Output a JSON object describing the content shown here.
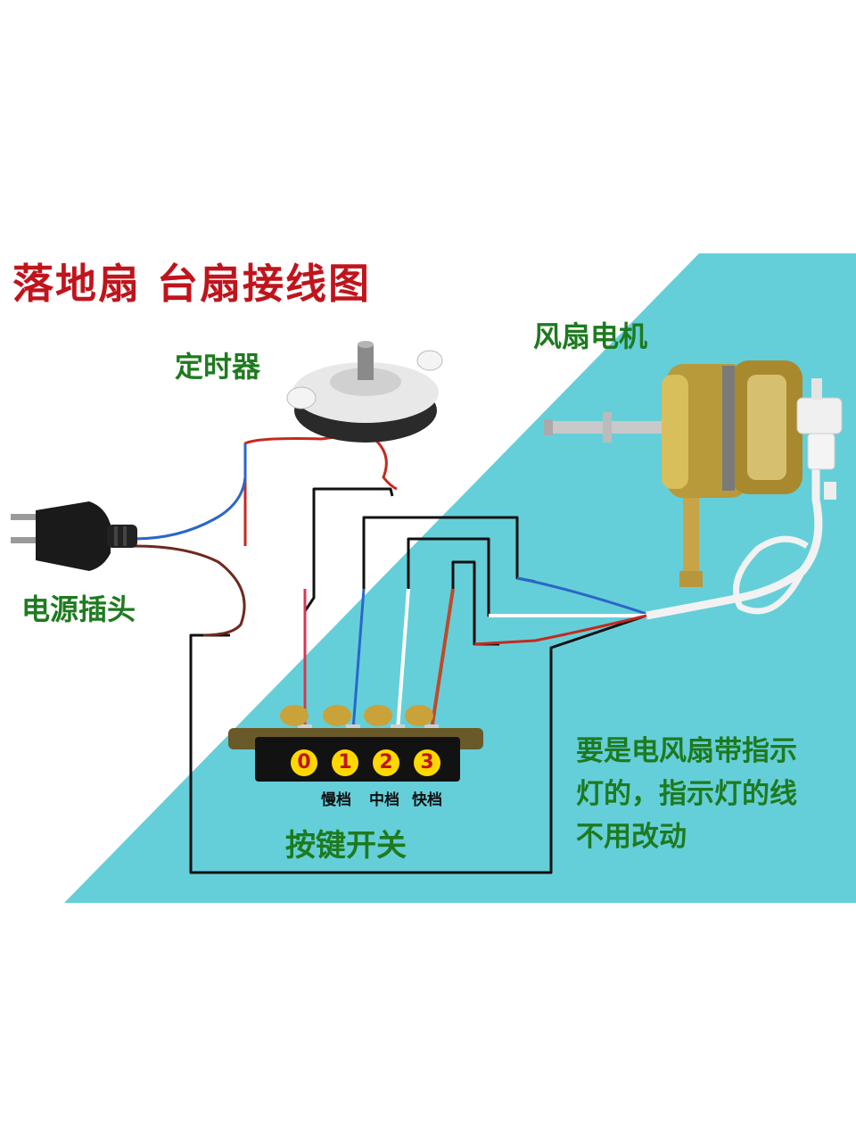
{
  "title": "落地扇 台扇接线图",
  "labels": {
    "timer": "定时器",
    "motor": "风扇电机",
    "plug": "电源插头",
    "switch": "按键开关"
  },
  "switch_positions": [
    "0",
    "1",
    "2",
    "3"
  ],
  "speeds": [
    "慢档",
    "中档",
    "快档"
  ],
  "note": [
    "要是电风扇带指示",
    "灯的，指示灯的线",
    "不用改动"
  ],
  "colors": {
    "background_panel": "#64cfd9",
    "title": "#c0141c",
    "label": "#1e7a1e",
    "wire_red": "#c42a1e",
    "wire_blue": "#2b66c9",
    "wire_black": "#111111",
    "wire_white": "#ffffff",
    "wire_brown": "#6e2a1e"
  },
  "components": {
    "plug": "power-plug-icon",
    "timer": "timer-icon",
    "motor": "fan-motor-icon",
    "switch": "push-button-switch-icon"
  }
}
